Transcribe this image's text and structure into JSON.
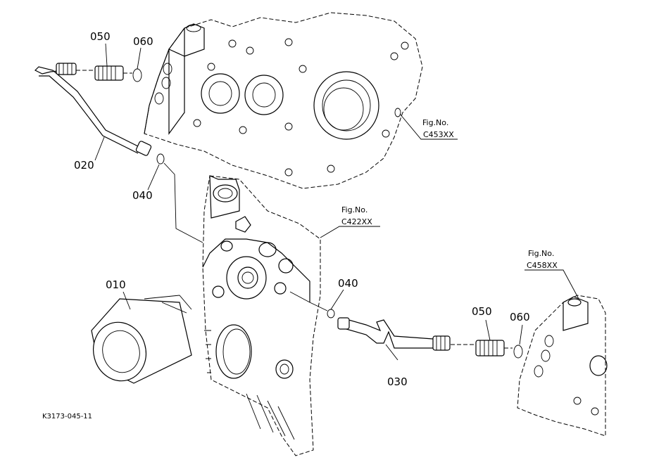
{
  "parts": [
    {
      "id": "p010",
      "label": "010"
    },
    {
      "id": "p020",
      "label": "020"
    },
    {
      "id": "p030",
      "label": "030"
    },
    {
      "id": "p040a",
      "label": "040"
    },
    {
      "id": "p040b",
      "label": "040"
    },
    {
      "id": "p050a",
      "label": "050"
    },
    {
      "id": "p050b",
      "label": "050"
    },
    {
      "id": "p060a",
      "label": "060"
    },
    {
      "id": "p060b",
      "label": "060"
    }
  ],
  "figure_refs": [
    {
      "id": "c453",
      "line1": "Fig.No.",
      "line2": "C453XX"
    },
    {
      "id": "c422",
      "line1": "Fig.No.",
      "line2": "C422XX"
    },
    {
      "id": "c458",
      "line1": "Fig.No.",
      "line2": "C458XX"
    }
  ],
  "drawing_code": "K3173-045-11"
}
